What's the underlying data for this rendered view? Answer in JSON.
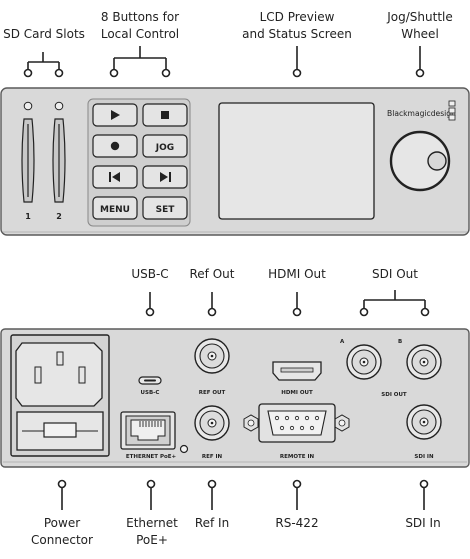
{
  "front_callouts": {
    "sd_card_slots": "SD Card Slots",
    "buttons": "8 Buttons for\nLocal Control",
    "lcd": "LCD Preview\nand Status Screen",
    "jog": "Jog/Shuttle\nWheel"
  },
  "front_panel": {
    "brand": "Blackmagicdesign",
    "slot_1": "1",
    "slot_2": "2",
    "buttons": {
      "jog": "JOG",
      "menu": "MENU",
      "set": "SET"
    }
  },
  "rear_callouts_top": {
    "usb_c": "USB-C",
    "ref_out": "Ref Out",
    "hdmi_out": "HDMI Out",
    "sdi_out": "SDI Out"
  },
  "rear_panel": {
    "usb_c": "USB-C",
    "ref_out": "REF OUT",
    "ref_in": "REF IN",
    "hdmi_out": "HDMI OUT",
    "remote_in": "REMOTE IN",
    "ethernet": "ETHERNET PoE+",
    "sdi_out": "SDI OUT",
    "sdi_in": "SDI IN",
    "sdi_a": "A",
    "sdi_b": "B"
  },
  "rear_callouts_bottom": {
    "power": "Power\nConnector",
    "ethernet": "Ethernet\nPoE+",
    "ref_in": "Ref In",
    "rs422": "RS-422",
    "sdi_in": "SDI In"
  },
  "colors": {
    "panel": "#d9d9d9",
    "panel_edge": "#5a5a5a",
    "screen": "#e6e6e6",
    "button_face": "#e4e4e4",
    "line": "#222222"
  }
}
